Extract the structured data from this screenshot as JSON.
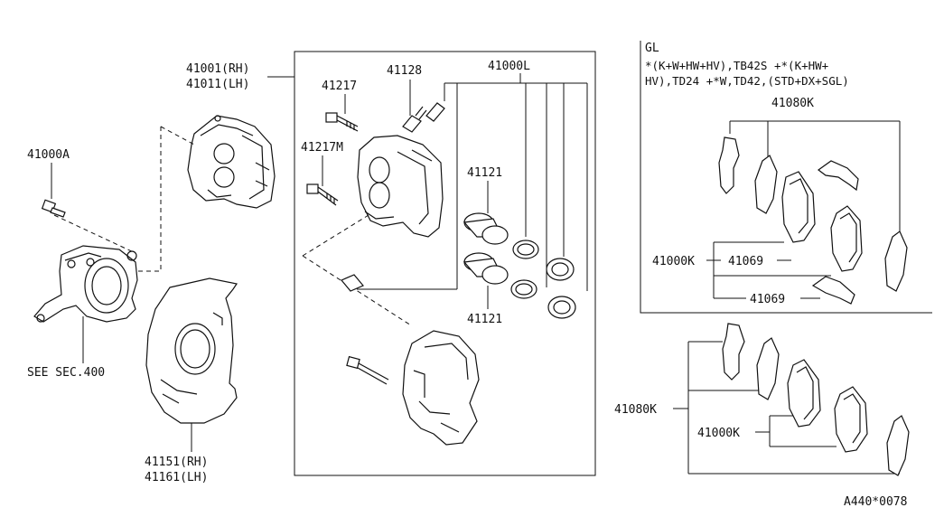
{
  "labels": {
    "caliper_rh": "41001(RH)",
    "caliper_lh": "41011(LH)",
    "bolt_a": "41000A",
    "see_sec": "SEE SEC.400",
    "shield_rh": "41151(RH)",
    "shield_lh": "41161(LH)",
    "pin_bolt": "41217",
    "pin_bolt_m": "41217M",
    "bleeder": "41128",
    "kit_l": "41000L",
    "piston_top": "41121",
    "piston_bottom": "41121",
    "gl": "GL",
    "gl_cond_1": "*(K+W+HW+HV),TB42S +*(K+HW+",
    "gl_cond_2": "HV),TD24 +*W,TD42,(STD+DX+SGL)",
    "gl_pad_kit": "41080K",
    "gl_pad_set": "41000K",
    "gl_shim_1": "41069",
    "gl_shim_2": "41069",
    "pad_kit_2": "41080K",
    "pad_set_2": "41000K",
    "ref_code": "A440*0078"
  }
}
